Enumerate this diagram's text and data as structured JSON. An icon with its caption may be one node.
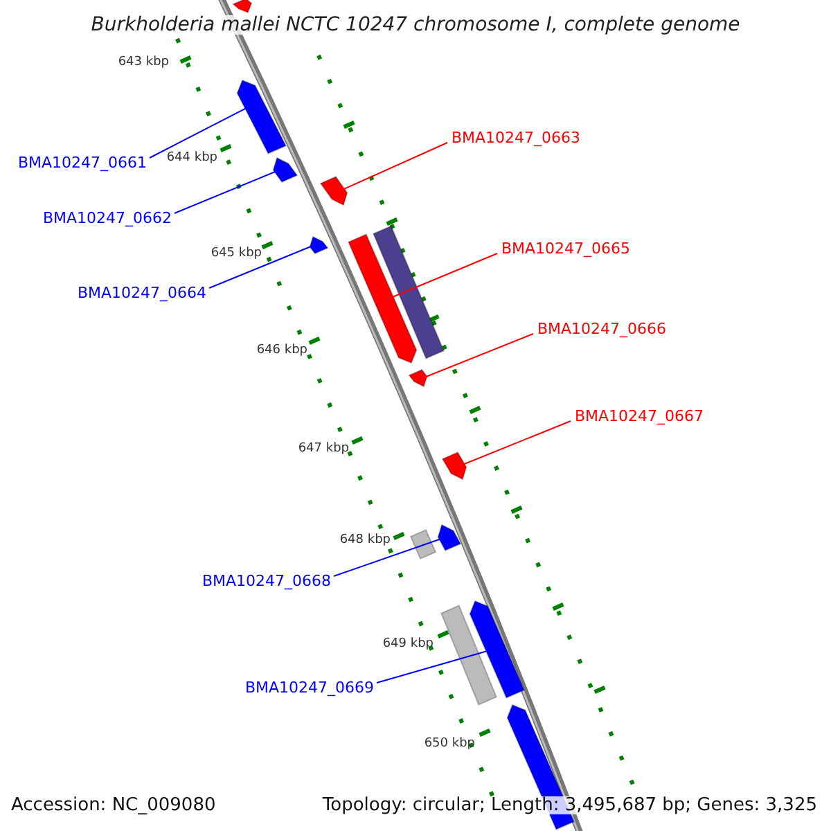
{
  "diagram": {
    "title": "Burkholderia mallei NCTC 10247 chromosome I, complete genome",
    "nodes": [
      {
        "text": [
          "BMA10247_0663"
        ]
      },
      {
        "text": [
          "BMA10247_0661"
        ]
      },
      {
        "text": [
          "BMA10247_0662"
        ]
      },
      {
        "text": [
          "BMA10247_0665"
        ]
      },
      {
        "text": [
          "BMA10247_0664"
        ]
      },
      {
        "text": [
          "BMA10247_0666"
        ]
      },
      {
        "text": [
          "BMA10247_0667"
        ]
      },
      {
        "text": [
          "BMA10247_0668"
        ]
      },
      {
        "text": [
          "BMA10247_0669"
        ]
      },
      {
        "text": [],
        "shape": "bar"
      },
      {
        "text": [],
        "shape": "bar"
      },
      {
        "text": [],
        "shape": "bar"
      },
      {
        "text": [],
        "shape": "bar"
      },
      {
        "text": [],
        "shape": "bar"
      },
      {
        "text": [],
        "shape": "bar"
      },
      {
        "text": [],
        "shape": "bar"
      },
      {
        "text": [],
        "shape": "bar"
      },
      {
        "text": [],
        "shape": "bar"
      },
      {
        "text": [],
        "shape": "bar"
      },
      {
        "text": [],
        "shape": "bar"
      },
      {
        "text": [],
        "shape": "bar"
      },
      {
        "text": [],
        "shape": "bar"
      },
      {
        "text": [],
        "shape": "bar"
      }
    ],
    "edges": [
      {
        "from": 0,
        "to": 12,
        "arrow": "none",
        "color": "#ff0000"
      },
      {
        "from": 1,
        "to": 10,
        "arrow": "none"
      },
      {
        "from": 2,
        "to": 11,
        "arrow": "none"
      },
      {
        "from": 3,
        "to": 15,
        "arrow": "none",
        "color": "#ff0000"
      },
      {
        "from": 4,
        "to": 14,
        "arrow": "none"
      },
      {
        "from": 5,
        "to": 16,
        "arrow": "none",
        "color": "#ff0000"
      },
      {
        "from": 6,
        "to": 17,
        "arrow": "none",
        "color": "#ff0000"
      },
      {
        "from": 7,
        "to": 18,
        "arrow": "none"
      },
      {
        "from": 8,
        "to": 20,
        "arrow": "none"
      }
    ],
    "labels": [
      "643 kbp",
      "644 kbp",
      "645 kbp",
      "646 kbp",
      "647 kbp",
      "648 kbp",
      "649 kbp",
      "650 kbp",
      "Accession: NC_009080",
      "Topology: circular; Length: 3,495,687 bp; Genes: 3,325"
    ]
  }
}
